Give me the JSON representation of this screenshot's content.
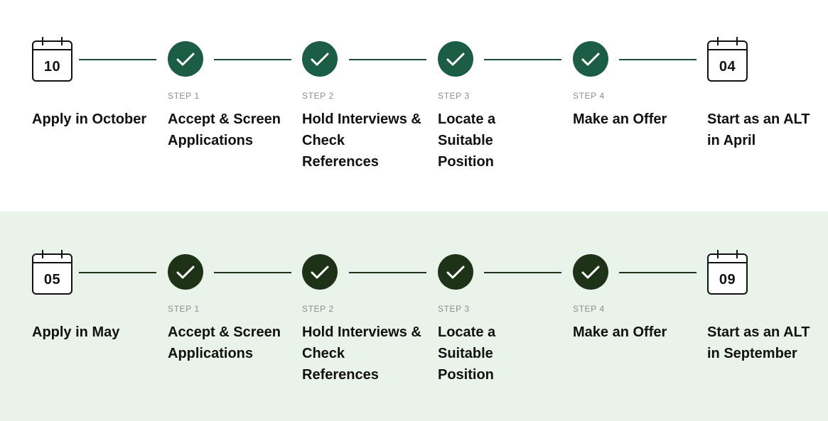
{
  "colors": {
    "top_check": "#1b5e45",
    "bottom_check": "#1e3218",
    "top_line": "#1b4d3e",
    "bottom_line": "#1e3218",
    "bottom_band_bg": "#eaf3ea"
  },
  "timelines": [
    {
      "start_day": "10",
      "start_title": "Apply in October",
      "steps": [
        {
          "label": "STEP 1",
          "title": "Accept & Screen Applications"
        },
        {
          "label": "STEP 2",
          "title": "Hold Interviews & Check References"
        },
        {
          "label": "STEP 3",
          "title": "Locate a Suitable Position"
        },
        {
          "label": "STEP 4",
          "title": "Make an Offer"
        }
      ],
      "end_day": "04",
      "end_title": "Start as an ALT in April"
    },
    {
      "start_day": "05",
      "start_title": "Apply in May",
      "steps": [
        {
          "label": "STEP 1",
          "title": "Accept & Screen Applications"
        },
        {
          "label": "STEP 2",
          "title": "Hold Interviews & Check References"
        },
        {
          "label": "STEP 3",
          "title": "Locate a Suitable Position"
        },
        {
          "label": "STEP 4",
          "title": "Make an Offer"
        }
      ],
      "end_day": "09",
      "end_title": "Start as an ALT in September"
    }
  ]
}
